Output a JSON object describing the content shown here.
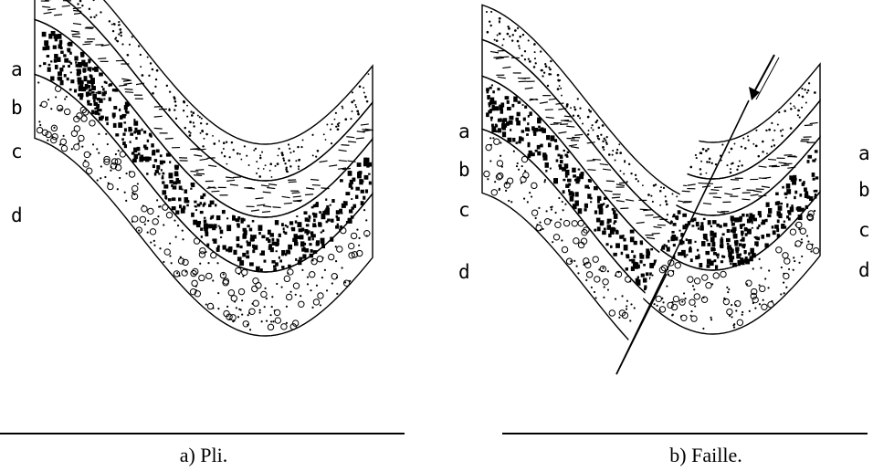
{
  "figure_a": {
    "caption": "a) Pli.",
    "layers": [
      "a",
      "b",
      "c",
      "d"
    ]
  },
  "figure_b": {
    "caption": "b) Faille.",
    "layers_left": [
      "a",
      "b",
      "c",
      "d"
    ],
    "layers_right": [
      "a",
      "b",
      "c",
      "d"
    ]
  },
  "colors": {
    "ink": "#000000",
    "background": "#ffffff"
  }
}
